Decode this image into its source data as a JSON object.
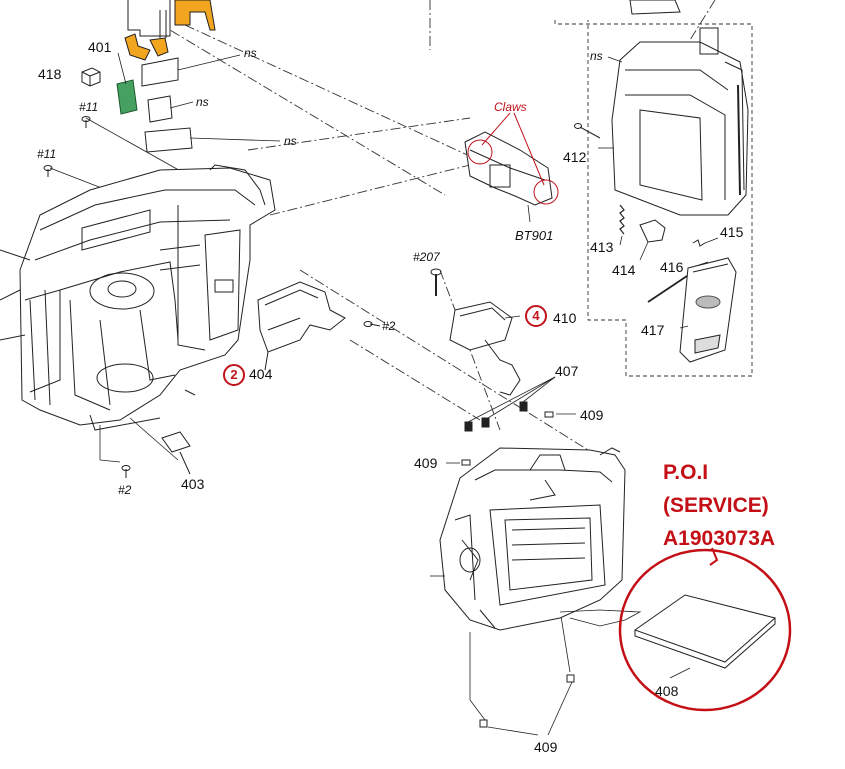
{
  "callouts": {
    "p401": "401",
    "p418": "418",
    "p403": "403",
    "p404": "404",
    "p407": "407",
    "p408": "408",
    "p409a": "409",
    "p409b": "409",
    "p409c": "409",
    "p410": "410",
    "p412": "412",
    "p413": "413",
    "p414": "414",
    "p415": "415",
    "p416": "416",
    "p417": "417"
  },
  "screws": {
    "s11a": "#11",
    "s11b": "#11",
    "s2a": "#2",
    "s2b": "#2",
    "s207": "#207"
  },
  "notes": {
    "ns1": "ns",
    "ns2": "ns",
    "ns3": "ns",
    "ns4": "ns",
    "claws": "Claws",
    "bt901": "BT901"
  },
  "step_marks": {
    "step2": "2",
    "step4": "4"
  },
  "poi": {
    "line1": "P.O.I",
    "line2": "(SERVICE)",
    "line3": "A1903073A"
  },
  "colors": {
    "highlight": "#c40f16",
    "flex_cable": "#f2a51e",
    "pcb": "#46a060"
  }
}
